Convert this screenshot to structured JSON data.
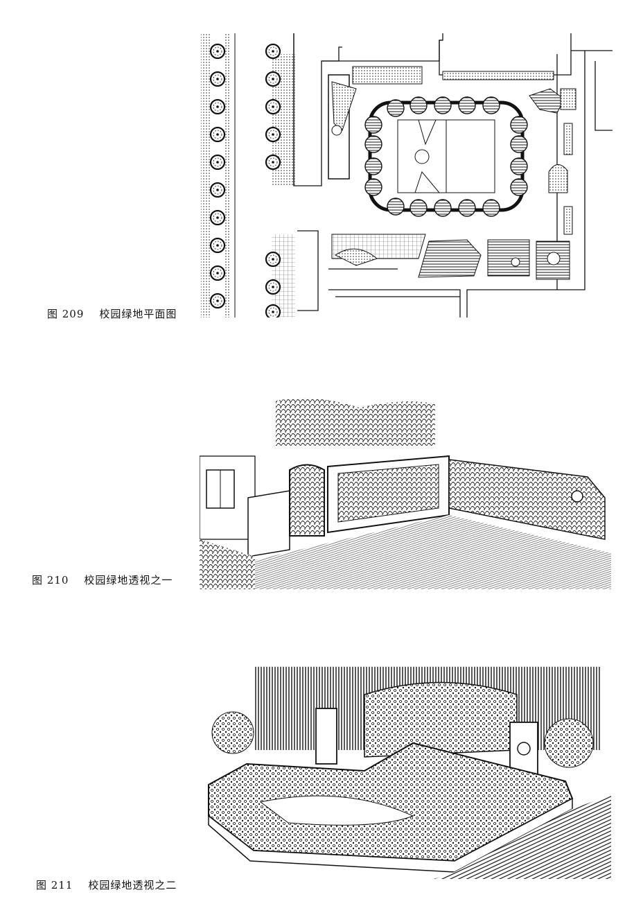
{
  "figures": [
    {
      "number": "图 209",
      "title": "校园绿地平面图"
    },
    {
      "number": "图 210",
      "title": "校园绿地透视之一"
    },
    {
      "number": "图 211",
      "title": "校园绿地透视之二"
    }
  ]
}
